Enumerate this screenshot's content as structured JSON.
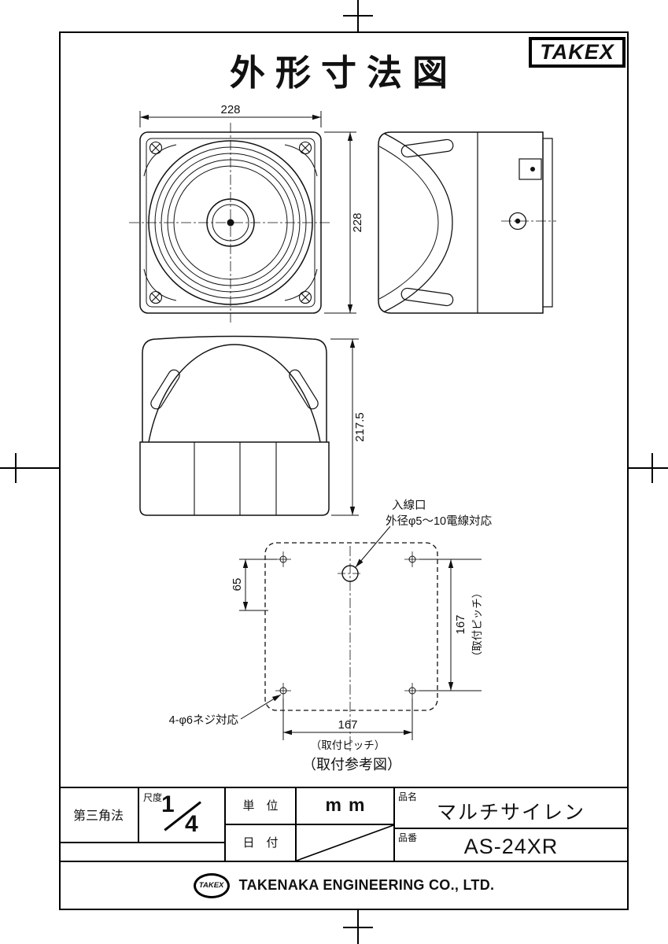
{
  "sheet": {
    "title": "外形寸法図",
    "brand_logo": "TAKEX"
  },
  "front_view": {
    "dim_width": "228",
    "dim_height": "228"
  },
  "bottom_view": {
    "dim_height": "217.5"
  },
  "mounting": {
    "caption": "（取付参考図）",
    "entry_line1": "入線口",
    "entry_line2": "外径φ5～10電線対応",
    "screw_note": "4-φ6ネジ対応",
    "dim_top_offset": "65",
    "dim_vertical_pitch": "167",
    "vertical_pitch_note": "（取付ピッチ）",
    "dim_horizontal_pitch": "167",
    "horizontal_pitch_note": "（取付ピッチ）"
  },
  "title_block": {
    "projection": "第三角法",
    "scale_label": "尺度",
    "scale_numerator": "1",
    "scale_denominator": "4",
    "unit_label": "単　位",
    "unit_value": "mm",
    "date_label": "日　付",
    "product_name_label": "品名",
    "product_name": "マルチサイレン",
    "model_label": "品番",
    "model_number": "AS-24XR"
  },
  "footer": {
    "logo_text": "TAKEX",
    "company_name": "TAKENAKA ENGINEERING CO., LTD."
  }
}
